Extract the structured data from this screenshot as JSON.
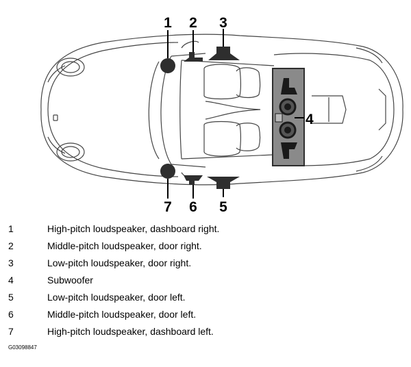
{
  "diagram": {
    "callouts": [
      "1",
      "2",
      "3",
      "4",
      "5",
      "6",
      "7"
    ]
  },
  "legend": [
    {
      "number": "1",
      "text": "High-pitch loudspeaker, dashboard right."
    },
    {
      "number": "2",
      "text": "Middle-pitch loudspeaker, door right."
    },
    {
      "number": "3",
      "text": "Low-pitch loudspeaker, door right."
    },
    {
      "number": "4",
      "text": "Subwoofer"
    },
    {
      "number": "5",
      "text": "Low-pitch loudspeaker, door left."
    },
    {
      "number": "6",
      "text": "Middle-pitch loudspeaker, door left."
    },
    {
      "number": "7",
      "text": "High-pitch loudspeaker, dashboard left."
    }
  ],
  "figure_code": "G03098847"
}
